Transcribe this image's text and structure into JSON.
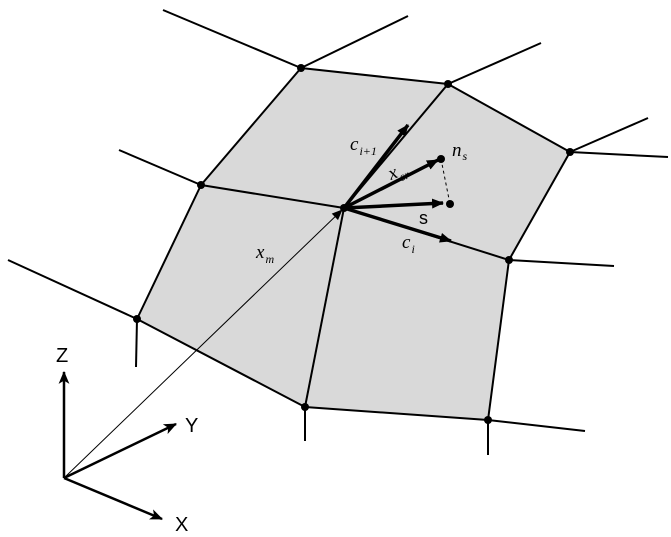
{
  "labels": {
    "c_i1_base": "c",
    "c_i1_sub": "i+1",
    "x_sr_base": "x",
    "x_sr_sub": "sr",
    "n_s_base": "n",
    "n_s_sub": "s",
    "s_vec": "s",
    "c_i_base": "c",
    "c_i_sub": "i",
    "x_m_base": "x",
    "x_m_sub": "m"
  },
  "axes": {
    "x": "X",
    "y": "Y",
    "z": "Z"
  },
  "colors": {
    "face_fill": "#d9d9d9",
    "stroke": "#000000",
    "background": "#ffffff"
  }
}
